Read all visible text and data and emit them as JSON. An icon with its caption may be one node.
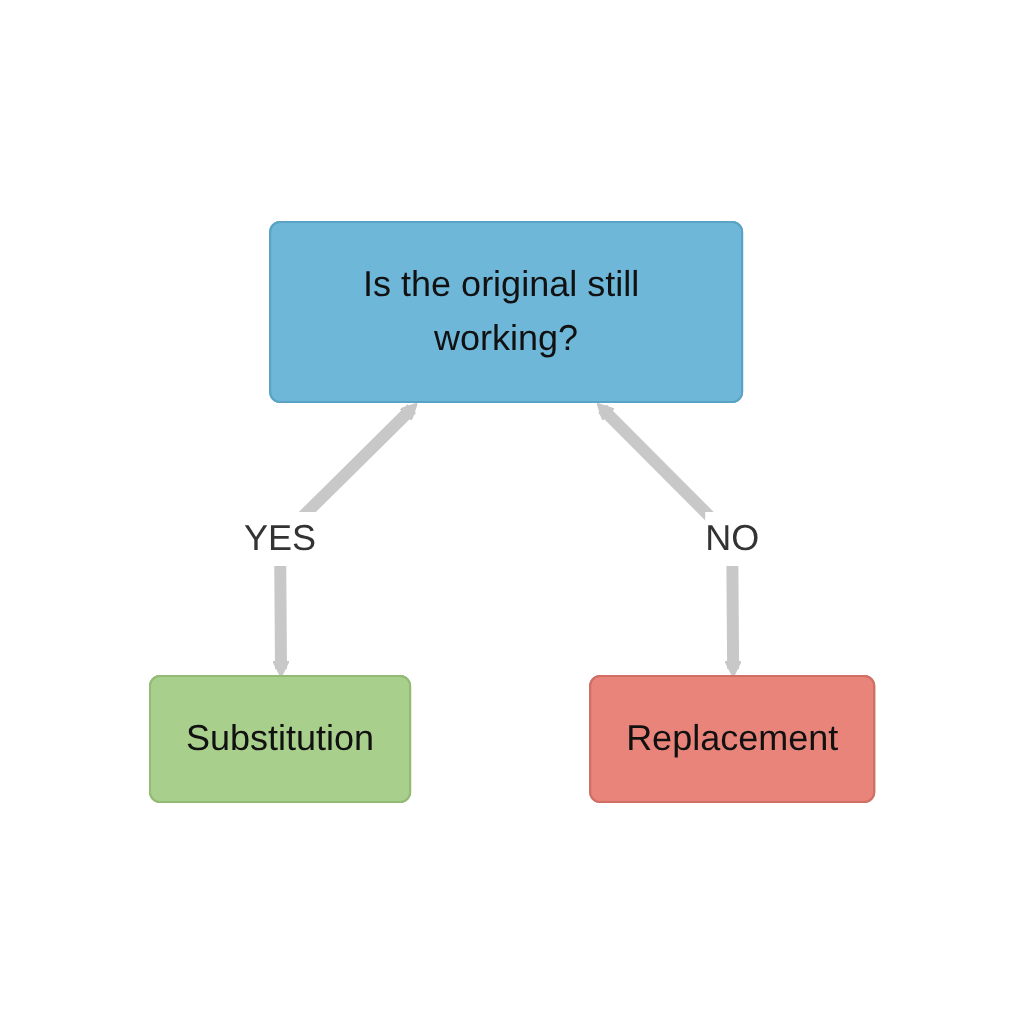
{
  "diagram": {
    "nodes": [
      {
        "text": [
          "Is the original still working?"
        ]
      },
      {
        "text": [
          "Substitution"
        ]
      },
      {
        "text": [
          "Replacement"
        ]
      }
    ],
    "edges": [
      {
        "from": 0,
        "to": 1,
        "arrow": "both",
        "label": "YES"
      },
      {
        "from": 0,
        "to": 2,
        "arrow": "both",
        "label": "NO"
      }
    ]
  }
}
